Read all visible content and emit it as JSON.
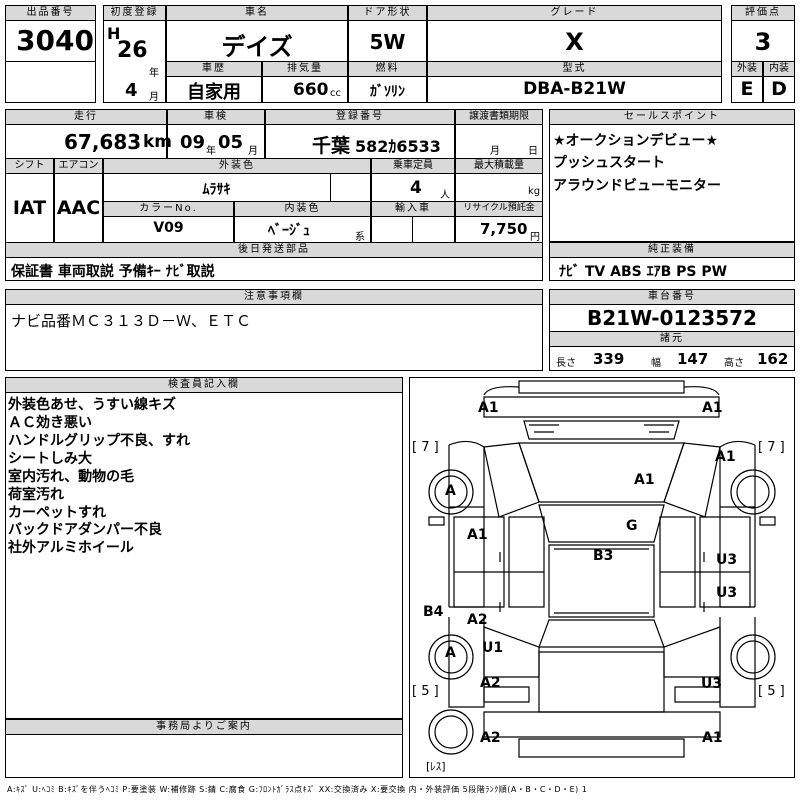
{
  "header": {
    "lot_no_label": "出品番号",
    "lot_no": "3040",
    "first_reg_label": "初度登録",
    "era": "H",
    "year": "26",
    "year_unit": "年",
    "month": "4",
    "month_unit": "月",
    "model_label": "車名",
    "model": "デイズ",
    "door_label": "ドア形状",
    "door": "5W",
    "grade_label": "グレード",
    "grade": "X",
    "score_label": "評価点",
    "score": "3",
    "history_label": "車歴",
    "history": "自家用",
    "displacement_label": "排気量",
    "displacement": "660",
    "displacement_unit": "cc",
    "fuel_label": "燃料",
    "fuel": "ｶﾞｿﾘﾝ",
    "type_label": "型式",
    "type_code": "DBA-B21W",
    "exterior_label": "外装",
    "exterior": "E",
    "interior_label": "内装",
    "interior": "D"
  },
  "row2": {
    "mileage_label": "走行",
    "mileage": "67,683",
    "mileage_unit": "km",
    "inspection_label": "車検",
    "insp_year": "09",
    "insp_year_unit": "年",
    "insp_month": "05",
    "insp_month_unit": "月",
    "plate_label": "登録番号",
    "plate_area": "千葉",
    "plate_number": "582ｶ6533",
    "transfer_label": "譲渡書類期限",
    "transfer_month_unit": "月",
    "transfer_day_unit": "日",
    "sales_label": "セールスポイント",
    "sales_points": [
      "★オークションデビュー★",
      "プッシュスタート",
      "アラウンドビューモニター"
    ]
  },
  "row3": {
    "shift_label": "シフト",
    "shift": "IAT",
    "ac_label": "エアコン",
    "ac": "AAC",
    "color_label": "外装色",
    "color": "ﾑﾗｻｷ",
    "capacity_label": "乗車定員",
    "capacity": "4",
    "capacity_unit": "人",
    "max_load_label": "最大積載量",
    "max_load_unit": "kg",
    "color_no_label": "カラーNo.",
    "color_no": "V09",
    "int_color_label": "内装色",
    "int_color": "ﾍﾞｰｼﾞｭ",
    "int_color_unit": "系",
    "import_label": "輸入車",
    "recycle_label": "リサイクル預託金",
    "recycle": "7,750",
    "recycle_unit": "円"
  },
  "later": {
    "label": "後日発送部品",
    "value": "保証書 車両取説 予備ｷｰ ﾅﾋﾞ取説"
  },
  "equip": {
    "label": "純正装備",
    "value": "ﾅﾋﾞ TV ABS ｴｱB PS PW"
  },
  "notes": {
    "label": "注意事項欄",
    "value": "ナビ品番ＭＣ３１３Ｄ－Ｗ、ＥＴＣ"
  },
  "chassis": {
    "label": "車台番号",
    "value": "B21W-0123572"
  },
  "dims": {
    "label": "諸元",
    "length_label": "長さ",
    "length": "339",
    "width_label": "幅",
    "width": "147",
    "height_label": "高さ",
    "height": "162"
  },
  "inspector": {
    "label": "検査員記入欄",
    "lines": [
      "外装色あせ、うすい線キズ",
      "ＡＣ効き悪い",
      "ハンドルグリップ不良、すれ",
      "シートしみ大",
      "室内汚れ、動物の毛",
      "荷室汚れ",
      "カーペットすれ",
      "バックドアダンパー不良",
      "社外アルミホイール"
    ]
  },
  "office": {
    "label": "事務局よりご案内"
  },
  "diagram": {
    "marks": {
      "front_left": "A1",
      "front_right": "A1",
      "fender_right": "A1",
      "hood": "A1",
      "tire_fl": "A",
      "tire_rl": "A",
      "door_fl": "A1",
      "roof": "B3",
      "glass": "G",
      "door_fr": "U3",
      "door_rr": "U3",
      "pillar_l": "B4",
      "door_rl": "A2",
      "rocker_l": "U1",
      "quarter_l": "A2",
      "quarter_r": "U3",
      "rear_left": "A2",
      "rear_right": "A1"
    },
    "tread_fl": "[ 7 ]",
    "tread_fr": "[ 7 ]",
    "tread_rl": "[ 5 ]",
    "tread_rr": "[ 5 ]",
    "spare": "[ﾚｽ]"
  },
  "legend": "A:ｷｽﾞ U:ﾍｺﾐ B:ｷｽﾞを伴うﾍｺﾐ P:要塗装 W:補修跡 S:錆 C:腐食 G:ﾌﾛﾝﾄｶﾞﾗｽ点ｷｽﾞ XX:交換済み X:要交換 内・外装評価 5段階ﾗﾝｸ順(A・B・C・D・E) 1"
}
